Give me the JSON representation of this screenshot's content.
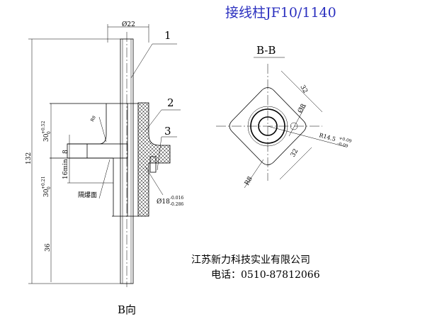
{
  "title": "接线柱JF10/1140",
  "section_label": "B-B",
  "view_label": "B向",
  "part_labels": [
    "1",
    "2",
    "3"
  ],
  "dimensions": {
    "shaft_diameter": "Ø22",
    "total_length": "132",
    "upper_height": "30",
    "upper_tol_upper": "+0.52",
    "upper_tol_lower": "0",
    "lower_height": "30",
    "lower_tol_upper": "+0.21",
    "lower_tol_lower": "0",
    "flange_thickness": "8",
    "min_length": "16min",
    "bottom_length": "36",
    "fillet": "R8",
    "bore_diameter": "Ø18",
    "bore_tol_upper": "-0.016",
    "bore_tol_lower": "-0.286",
    "section_side_1": "32",
    "section_side_2": "32",
    "hole_diameter": "Ø8",
    "radius": "R14.5",
    "radius_tol_upper": "+0.09",
    "radius_tol_lower": "-0.09",
    "corner_radius": "R8"
  },
  "flameproof_surface_label": "隔爆面",
  "company": "江苏新力科技实业有限公司",
  "phone": "电话：0510-87812066"
}
